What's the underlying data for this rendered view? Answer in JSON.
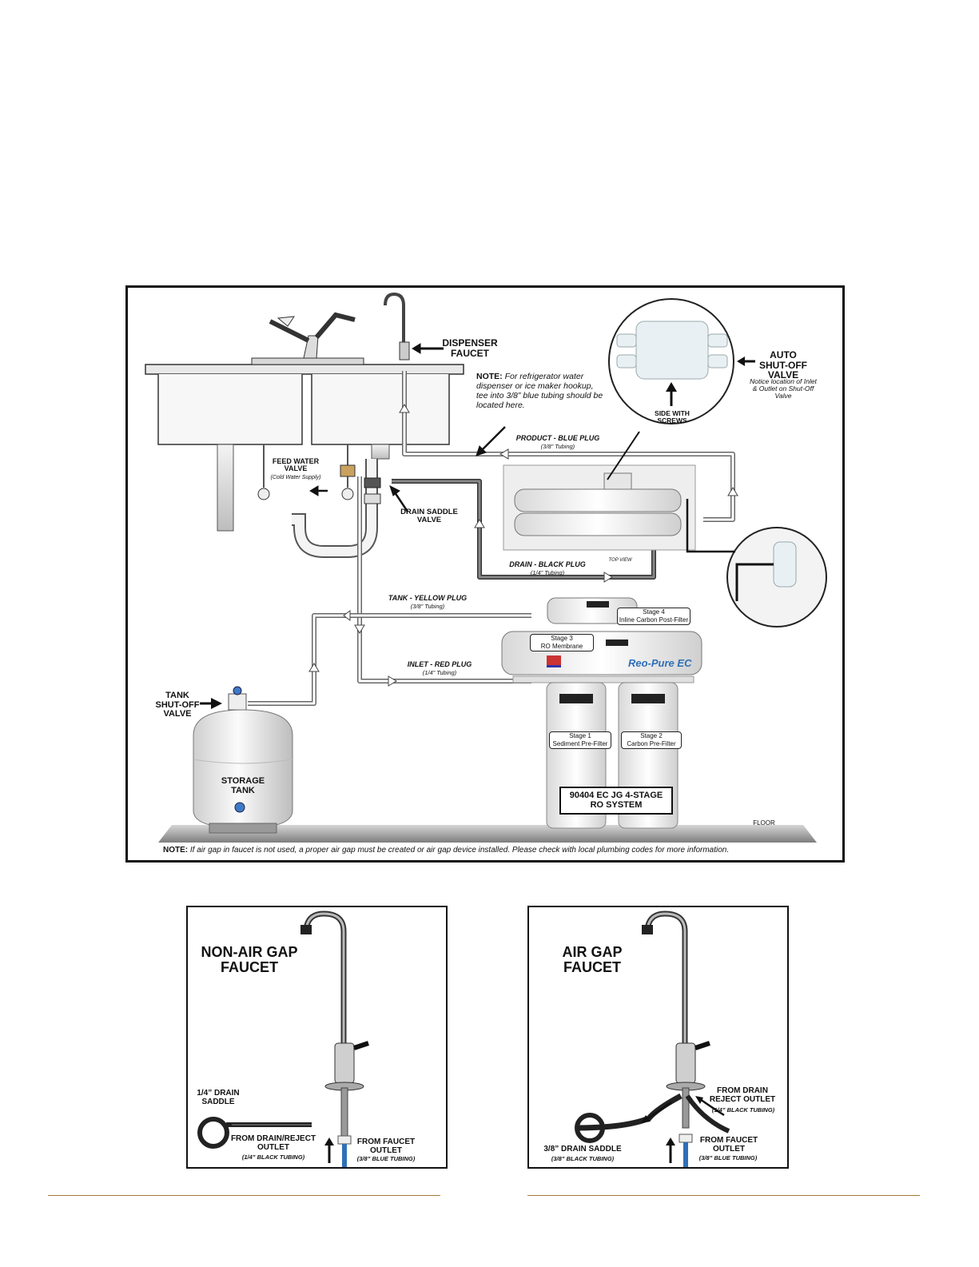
{
  "main_diagram": {
    "dispenser_faucet": "DISPENSER FAUCET",
    "note_label": "NOTE:",
    "note_text": "For refrigerator water dispenser or ice maker hookup, tee into 3/8” blue tubing should be located here.",
    "auto_shutoff": {
      "title": "AUTO SHUT-OFF VALVE",
      "sub": "Notice location of Inlet & Outlet on Shut-Off Valve"
    },
    "side_with_screws": "SIDE WITH SCREWS",
    "product_line": {
      "label": "PRODUCT - BLUE PLUG",
      "sub": "(3/8” Tubing)"
    },
    "feed_water_valve": {
      "label": "FEED WATER VALVE",
      "sub": "(Cold Water Supply)"
    },
    "drain_saddle_valve": "DRAIN SADDLE VALVE",
    "top_view": "TOP VIEW",
    "drain_line": {
      "label": "DRAIN - BLACK PLUG",
      "sub": "(1/4” Tubing)"
    },
    "tank_line": {
      "label": "TANK - YELLOW PLUG",
      "sub": "(3/8” Tubing)"
    },
    "inlet_line": {
      "label": "INLET - RED PLUG",
      "sub": "(1/4” Tubing)"
    },
    "stage4": {
      "title": "Stage 4",
      "sub": "Inline Carbon Post-Filter"
    },
    "stage3": {
      "title": "Stage 3",
      "sub": "RO Membrane"
    },
    "stage1": {
      "title": "Stage 1",
      "sub": "Sediment Pre-Filter"
    },
    "stage2": {
      "title": "Stage 2",
      "sub": "Carbon Pre-Filter"
    },
    "brand": "Reo-Pure EC",
    "tank_shutoff": "TANK SHUT-OFF VALVE",
    "storage_tank": "STORAGE TANK",
    "system_name": "90404 EC JG 4-STAGE RO SYSTEM",
    "floor": "FLOOR",
    "bottom_note_label": "NOTE:",
    "bottom_note_text": "If air gap in faucet is not used, a proper air gap must be created or air gap device installed. Please check with local plumbing codes for more information."
  },
  "non_air_gap": {
    "title": "NON-AIR GAP FAUCET",
    "drain_saddle": "1/4” DRAIN SADDLE",
    "from_drain": "FROM DRAIN/REJECT OUTLET",
    "from_drain_sub": "(1/4” BLACK TUBING)",
    "from_faucet": "FROM FAUCET OUTLET",
    "from_faucet_sub": "(3/8” BLUE TUBING)"
  },
  "air_gap": {
    "title": "AIR GAP FAUCET",
    "from_drain": "FROM DRAIN REJECT OUTLET",
    "from_drain_sub": "(1/4” BLACK TUBING)",
    "from_faucet": "FROM FAUCET OUTLET",
    "from_faucet_sub": "(3/8” BLUE TUBING)",
    "drain_saddle": "3/8” DRAIN SADDLE",
    "drain_saddle_sub": "(3/8” BLACK TUBING)"
  },
  "colors": {
    "rule": "#a37a3c",
    "blue_tube": "#2f6fb8",
    "tube_gray": "#777777",
    "panel_border": "#111111"
  }
}
